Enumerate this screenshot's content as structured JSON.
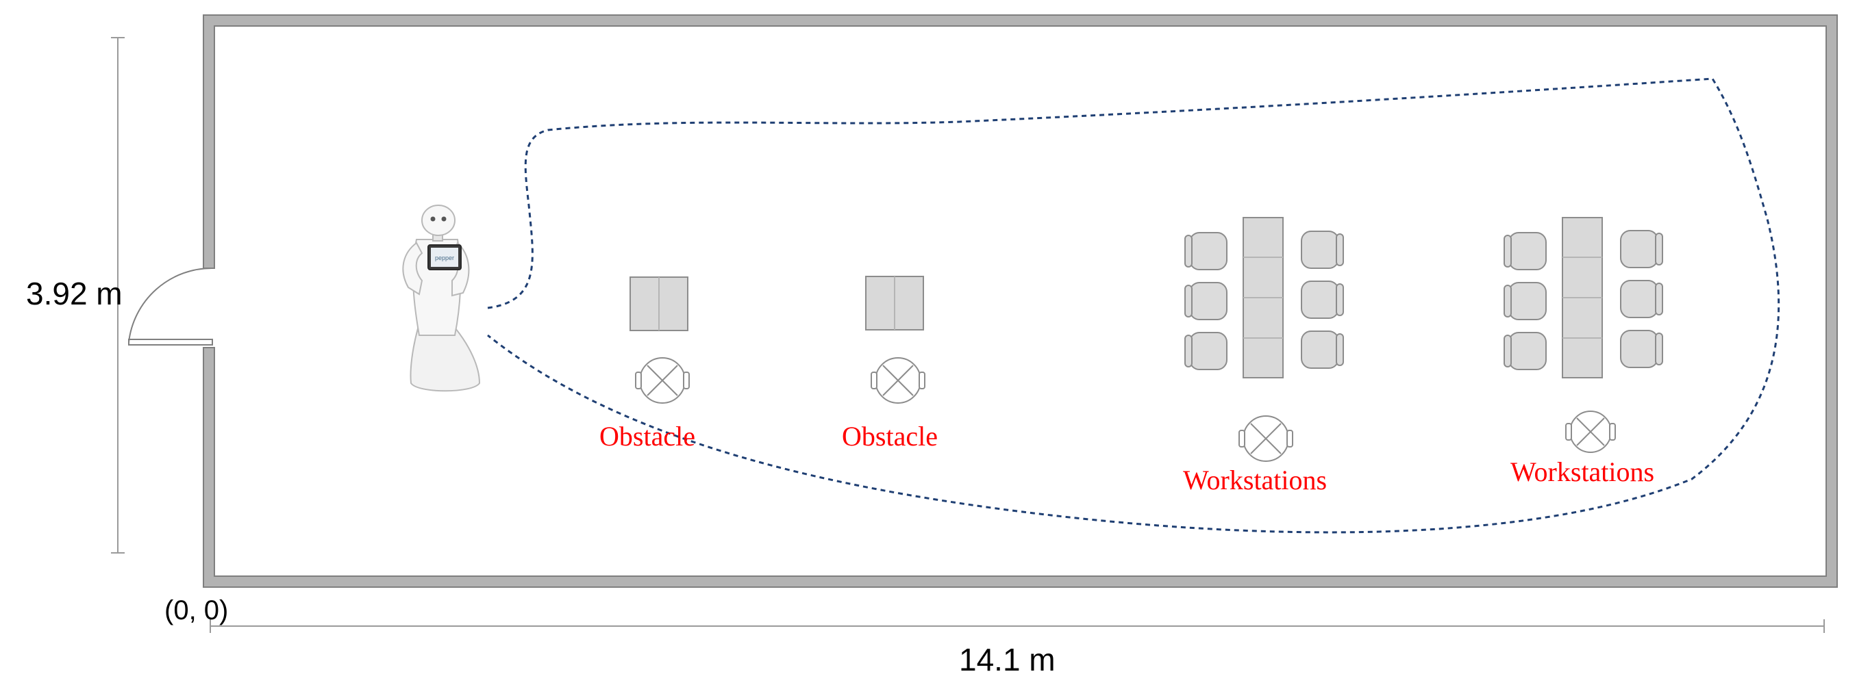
{
  "dimensions": {
    "height_label": "3.92 m",
    "width_label": "14.1 m",
    "origin_label": "(0, 0)"
  },
  "labels": {
    "obstacle_1": "Obstacle",
    "obstacle_2": "Obstacle",
    "workstations_1": "Workstations",
    "workstations_2": "Workstations",
    "robot_screen_text": "pepper"
  },
  "colors": {
    "wall": "#b3b3b3",
    "wall_edge": "#7f7f7f",
    "label": "#ff0000",
    "path": "#1f3f73",
    "furniture_fill": "#d9d9d9",
    "furniture_stroke": "#8c8c8c"
  }
}
